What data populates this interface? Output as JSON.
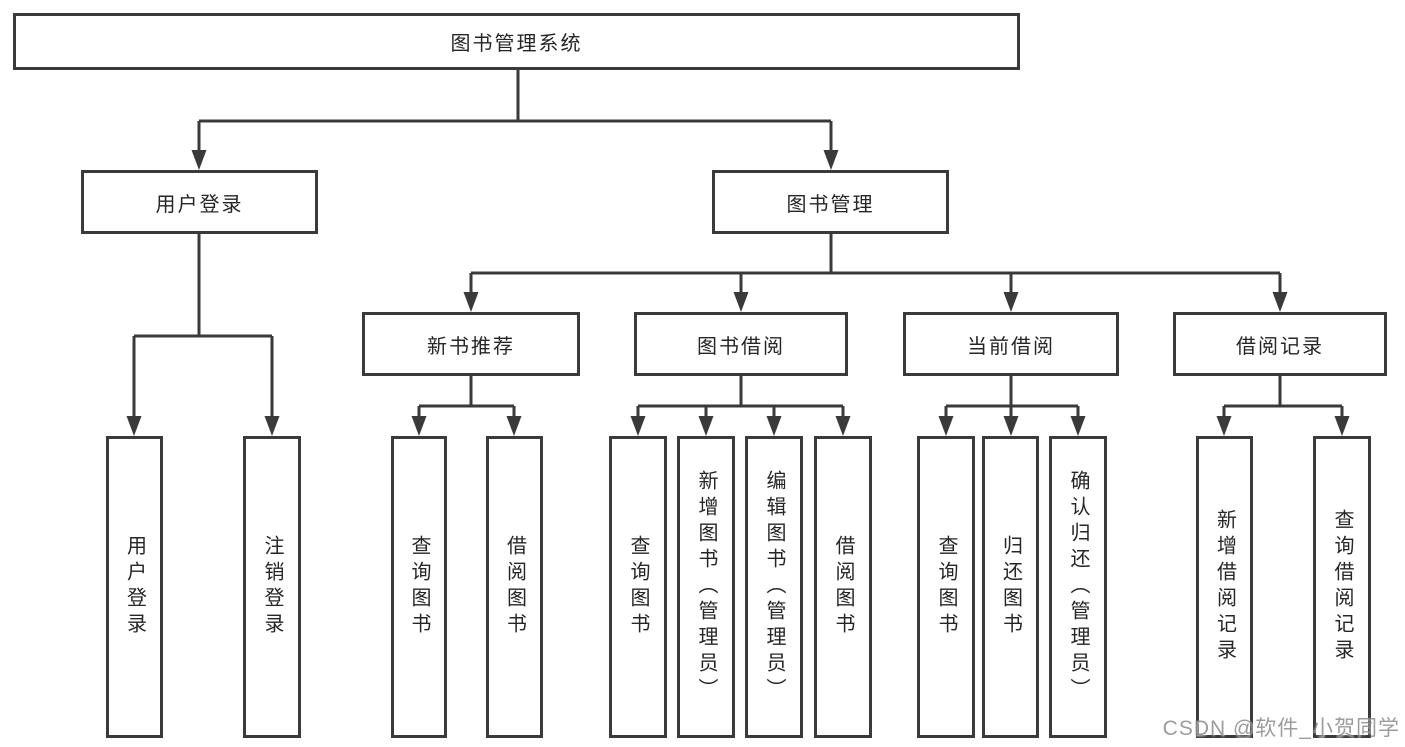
{
  "diagram": {
    "root": {
      "label": "图书管理系统"
    },
    "branches": [
      {
        "label": "用户登录",
        "children": [
          {
            "label": "用户登录"
          },
          {
            "label": "注销登录"
          }
        ]
      },
      {
        "label": "图书管理",
        "children": [
          {
            "label": "新书推荐",
            "children": [
              {
                "label": "查询图书"
              },
              {
                "label": "借阅图书"
              }
            ]
          },
          {
            "label": "图书借阅",
            "children": [
              {
                "label": "查询图书"
              },
              {
                "label": "新增图书（管理员）"
              },
              {
                "label": "编辑图书（管理员）"
              },
              {
                "label": "借阅图书"
              }
            ]
          },
          {
            "label": "当前借阅",
            "children": [
              {
                "label": "查询图书"
              },
              {
                "label": "归还图书"
              },
              {
                "label": "确认归还（管理员）"
              }
            ]
          },
          {
            "label": "借阅记录",
            "children": [
              {
                "label": "新增借阅记录"
              },
              {
                "label": "查询借阅记录"
              }
            ]
          }
        ]
      }
    ]
  },
  "watermark": {
    "text": "CSDN @软件_小贺同学"
  },
  "colors": {
    "line": "#3a3a3a",
    "box_border": "#3a3a3a",
    "text": "#262626",
    "watermark": "#a8a8a8",
    "background": "#ffffff"
  }
}
